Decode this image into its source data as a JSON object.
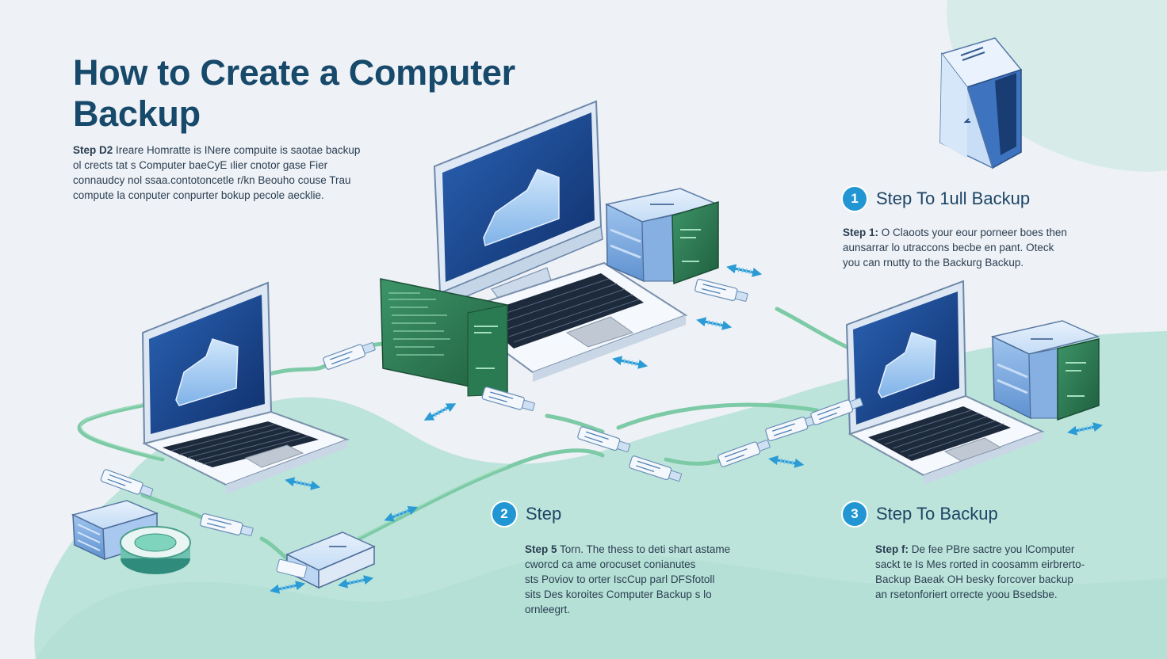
{
  "title": [
    "How to Create a Computer",
    "Backup"
  ],
  "intro": {
    "lines": [
      {
        "lead": "Step D2",
        "text": " Ireare Homratte is INere compuite is saotae backup"
      },
      {
        "lead": "",
        "text": "ol crects tat s Computer baeCyE ılier cnotor gase Fier"
      },
      {
        "lead": "",
        "text": "connaudcy nol ssaa.contotoncetle r/kn Beouho couse Trau"
      },
      {
        "lead": "",
        "text": "compute la conputer conpurter bokup pecole aecklie."
      }
    ]
  },
  "steps": [
    {
      "number": "1",
      "title": "Step To  1ull Backup",
      "lines": [
        {
          "lead": "Step 1:",
          "text": " O Claoots your eour porneer boes then"
        },
        {
          "lead": "",
          "text": "aunsarrar lo utraccons becbe en pant. Oteck"
        },
        {
          "lead": "",
          "text": "you can rnutty to the Backurg Backup."
        }
      ]
    },
    {
      "number": "2",
      "title": "Step",
      "lines": [
        {
          "lead": "Step 5",
          "text": " Torn. The thess to deti shart astame"
        },
        {
          "lead": "",
          "text": "cworcd ca ame orocuset conianutes"
        },
        {
          "lead": "",
          "text": "sts Poviov to orter IscCup parl DFSfotoll"
        },
        {
          "lead": "",
          "text": "sits Des koroites Computer Backup s lo"
        },
        {
          "lead": "",
          "text": "ornleegrt."
        }
      ]
    },
    {
      "number": "3",
      "title": "Step To Backup",
      "lines": [
        {
          "lead": "Step f:",
          "text": " De fee PBre sactre you lComputer"
        },
        {
          "lead": "",
          "text": "sackt te Is Mes rorted in coosamm eirbrerto-"
        },
        {
          "lead": "",
          "text": "Backup Baeak OH besky forcover backup"
        },
        {
          "lead": "",
          "text": "an rsetonforiert orrecte yoou Bsedsbe."
        }
      ]
    }
  ],
  "colors": {
    "title": "#17496b",
    "step_badge": "#2196d3",
    "screen": "#1e4e96",
    "cable": "#7ccaa6",
    "arrow": "#2a9bd5",
    "ground": "#b9e3d9",
    "server_panel": "#2d7a52",
    "drive_front": "#6f9fd6"
  },
  "icons": [
    "monitor-icon",
    "laptop-icon",
    "server-icon",
    "storage-drive-icon",
    "usb-connector-icon",
    "sync-arrow-icon",
    "disk-drive-icon",
    "backup-folder-icon"
  ]
}
